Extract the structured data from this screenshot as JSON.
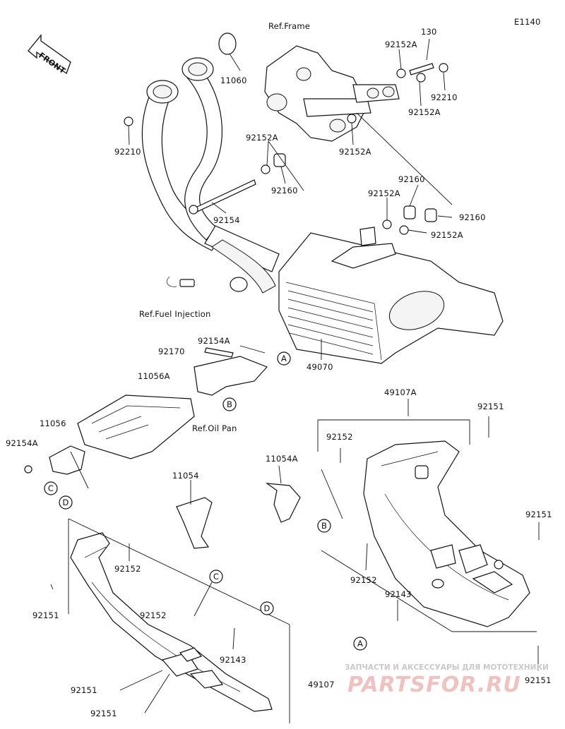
{
  "diagram_code": "E1140",
  "front_arrow_label": "FRONT",
  "refs": {
    "frame": "Ref.Frame",
    "fuel_injection": "Ref.Fuel Injection",
    "oil_pan": "Ref.Oil Pan"
  },
  "parts": [
    {
      "key": "p130",
      "number": "130"
    },
    {
      "key": "p92152A_a",
      "number": "92152A"
    },
    {
      "key": "p92210_a",
      "number": "92210"
    },
    {
      "key": "p92152A_b",
      "number": "92152A"
    },
    {
      "key": "p11060",
      "number": "11060"
    },
    {
      "key": "p92210_b",
      "number": "92210"
    },
    {
      "key": "p92152A_c",
      "number": "92152A"
    },
    {
      "key": "p92152A_d",
      "number": "92152A"
    },
    {
      "key": "p92160_a",
      "number": "92160"
    },
    {
      "key": "p92160_b",
      "number": "92160"
    },
    {
      "key": "p92152A_e",
      "number": "92152A"
    },
    {
      "key": "p92160_c",
      "number": "92160"
    },
    {
      "key": "p92154",
      "number": "92154"
    },
    {
      "key": "p92152A_f",
      "number": "92152A"
    },
    {
      "key": "p92154A_a",
      "number": "92154A"
    },
    {
      "key": "p92170",
      "number": "92170"
    },
    {
      "key": "p11056A",
      "number": "11056A"
    },
    {
      "key": "p49070",
      "number": "49070"
    },
    {
      "key": "p49107A",
      "number": "49107A"
    },
    {
      "key": "p92151_a",
      "number": "92151"
    },
    {
      "key": "p11056",
      "number": "11056"
    },
    {
      "key": "p92154A_b",
      "number": "92154A"
    },
    {
      "key": "p92152_a",
      "number": "92152"
    },
    {
      "key": "p11054A",
      "number": "11054A"
    },
    {
      "key": "p11054",
      "number": "11054"
    },
    {
      "key": "p92151_b",
      "number": "92151"
    },
    {
      "key": "p92152_b",
      "number": "92152"
    },
    {
      "key": "p92152_c",
      "number": "92152"
    },
    {
      "key": "p92151_c",
      "number": "92151"
    },
    {
      "key": "p92143_a",
      "number": "92143"
    },
    {
      "key": "p92152_d",
      "number": "92152"
    },
    {
      "key": "p92143_b",
      "number": "92143"
    },
    {
      "key": "p92151_d",
      "number": "92151"
    },
    {
      "key": "p49107",
      "number": "49107"
    },
    {
      "key": "p92151_e",
      "number": "92151"
    },
    {
      "key": "p92151_f",
      "number": "92151"
    }
  ],
  "callout_letters": {
    "A1": "A",
    "B1": "B",
    "C1": "C",
    "D1": "D",
    "B2": "B",
    "C2": "C",
    "D2": "D",
    "A2": "A"
  },
  "watermark": {
    "top_line": "ЗАПЧАСТИ И АКСЕССУАРЫ ДЛЯ МОТОТЕХНИКИ",
    "brand": "PARTSFOR.RU"
  }
}
